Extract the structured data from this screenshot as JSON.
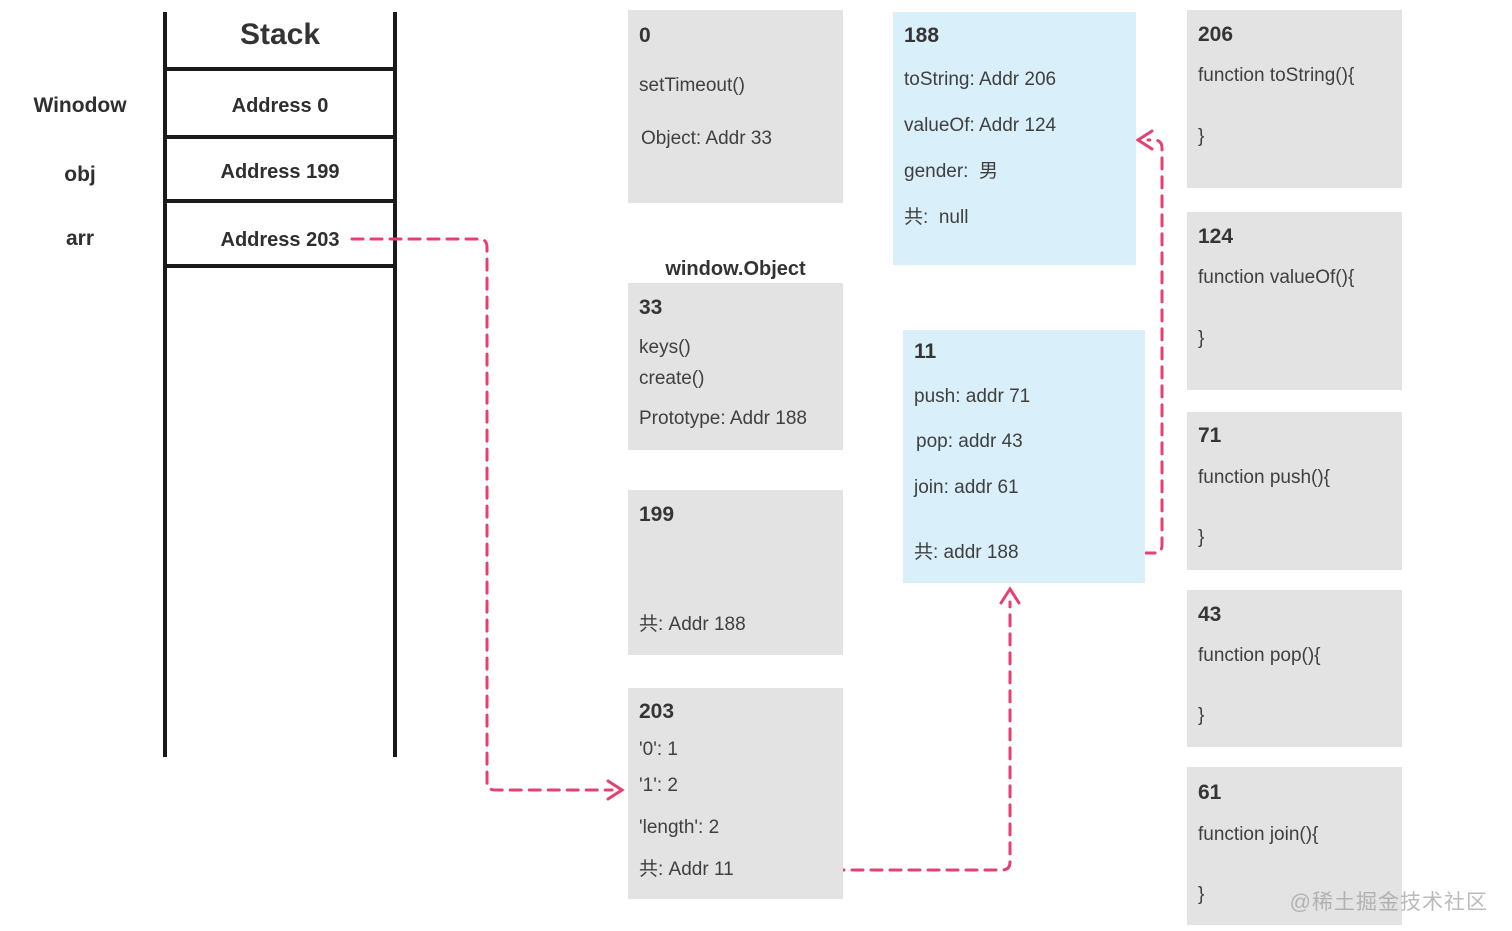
{
  "stack": {
    "title": "Stack",
    "rows": [
      {
        "label": "Winodow",
        "value": "Address 0"
      },
      {
        "label": "obj",
        "value": "Address 199"
      },
      {
        "label": "arr",
        "value": "Address 203"
      }
    ]
  },
  "labels": {
    "window_object": "window.Object"
  },
  "heap_boxes": {
    "b0": {
      "addr": "0",
      "line1": "setTimeout()",
      "line2": "Object: Addr 33"
    },
    "b33": {
      "addr": "33",
      "line1": "keys()",
      "line2": "create()",
      "line3": "Prototype: Addr 188"
    },
    "b199": {
      "addr": "199",
      "line1": "共: Addr 188"
    },
    "b203": {
      "addr": "203",
      "line1": "'0': 1",
      "line2": "'1': 2",
      "line3": "'length': 2",
      "line4": "共: Addr 11"
    },
    "b188": {
      "addr": "188",
      "line1": "toString: Addr 206",
      "line2": "valueOf: Addr 124",
      "line3": "gender:  男",
      "line4": "共:  null"
    },
    "b11": {
      "addr": "11",
      "line1": "push: addr 71",
      "line2": "pop: addr 43",
      "line3": "join: addr 61",
      "line4": "共: addr 188"
    },
    "b206": {
      "addr": "206",
      "line1": "function toString(){",
      "line2": "}"
    },
    "b124": {
      "addr": "124",
      "line1": "function valueOf(){",
      "line2": "}"
    },
    "b71": {
      "addr": "71",
      "line1": "function push(){",
      "line2": "}"
    },
    "b43": {
      "addr": "43",
      "line1": "function pop(){",
      "line2": "}"
    },
    "b61": {
      "addr": "61",
      "line1": "function join(){",
      "line2": "}"
    }
  },
  "watermark": "@稀土掘金技术社区",
  "colors": {
    "box_gray": "#e3e3e3",
    "box_blue": "#d9f0fa",
    "arrow_pink": "#e5406f",
    "stack_line": "#1a1a1a"
  }
}
